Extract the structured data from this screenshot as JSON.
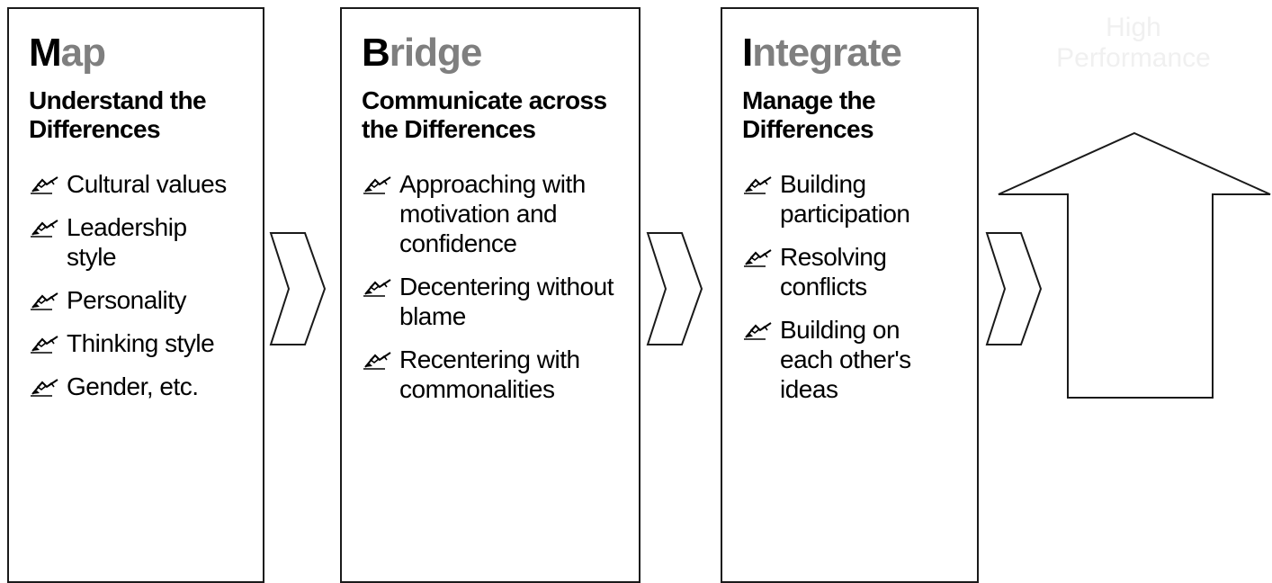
{
  "panels": [
    {
      "title_initial": "M",
      "title_rest": "ap",
      "subtitle": "Understand the Differences",
      "items": [
        {
          "first": "Cultural values",
          "rest": ""
        },
        {
          "first": "Leadership",
          "rest": "style"
        },
        {
          "first": "Personality",
          "rest": ""
        },
        {
          "first": "Thinking style",
          "rest": ""
        },
        {
          "first": "Gender, etc.",
          "rest": ""
        }
      ]
    },
    {
      "title_initial": "B",
      "title_rest": "ridge",
      "subtitle": "Communicate across the Differences",
      "items": [
        {
          "first": "Approaching with",
          "rest": "motivation and confidence"
        },
        {
          "first": "Decentering without",
          "rest": "blame"
        },
        {
          "first": "Recentering with",
          "rest": "commonalities"
        }
      ]
    },
    {
      "title_initial": "I",
      "title_rest": "ntegrate",
      "subtitle": "Manage the Differences",
      "items": [
        {
          "first": "Building",
          "rest": "participation"
        },
        {
          "first": "Resolving",
          "rest": "conflicts"
        },
        {
          "first": "Building on",
          "rest": "each other's ideas"
        }
      ]
    }
  ],
  "arrow_label": "High Performance",
  "bullet_icon": "writing-hand-icon",
  "colors": {
    "title_initial": "#000000",
    "title_rest": "#7f7f7f",
    "arrow_label": "#f0f0f0",
    "border": "#1a1a1a"
  }
}
